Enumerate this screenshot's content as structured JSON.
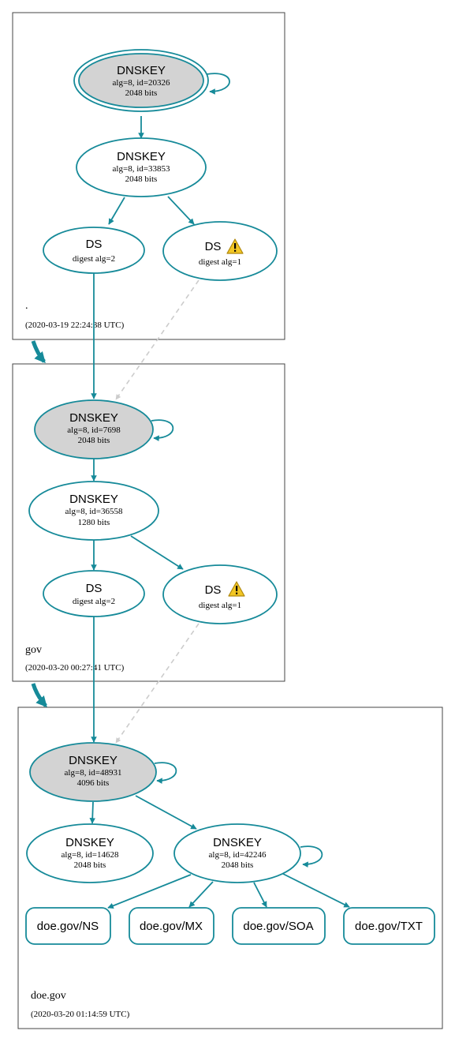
{
  "colors": {
    "edge": "#168a99",
    "dashed": "#cccccc",
    "zone_border": "#444444",
    "ksk_fill": "#d3d3d3",
    "warn_fill": "#f2c624"
  },
  "zones": {
    "root": {
      "name": ".",
      "timestamp": "(2020-03-19 22:24:38 UTC)"
    },
    "gov": {
      "name": "gov",
      "timestamp": "(2020-03-20 00:27:41 UTC)"
    },
    "doe": {
      "name": "doe.gov",
      "timestamp": "(2020-03-20 01:14:59 UTC)"
    }
  },
  "nodes": {
    "root_ksk": {
      "title": "DNSKEY",
      "line1": "alg=8, id=20326",
      "line2": "2048 bits"
    },
    "root_zsk": {
      "title": "DNSKEY",
      "line1": "alg=8, id=33853",
      "line2": "2048 bits"
    },
    "root_ds2": {
      "title": "DS",
      "line1": "digest alg=2"
    },
    "root_ds1": {
      "title": "DS",
      "line1": "digest alg=1",
      "icon": "warning-icon"
    },
    "gov_ksk": {
      "title": "DNSKEY",
      "line1": "alg=8, id=7698",
      "line2": "2048 bits"
    },
    "gov_zsk": {
      "title": "DNSKEY",
      "line1": "alg=8, id=36558",
      "line2": "1280 bits"
    },
    "gov_ds2": {
      "title": "DS",
      "line1": "digest alg=2"
    },
    "gov_ds1": {
      "title": "DS",
      "line1": "digest alg=1",
      "icon": "warning-icon"
    },
    "doe_ksk": {
      "title": "DNSKEY",
      "line1": "alg=8, id=48931",
      "line2": "4096 bits"
    },
    "doe_key1": {
      "title": "DNSKEY",
      "line1": "alg=8, id=14628",
      "line2": "2048 bits"
    },
    "doe_key2": {
      "title": "DNSKEY",
      "line1": "alg=8, id=42246",
      "line2": "2048 bits"
    }
  },
  "rrsets": {
    "ns": "doe.gov/NS",
    "mx": "doe.gov/MX",
    "soa": "doe.gov/SOA",
    "txt": "doe.gov/TXT"
  }
}
